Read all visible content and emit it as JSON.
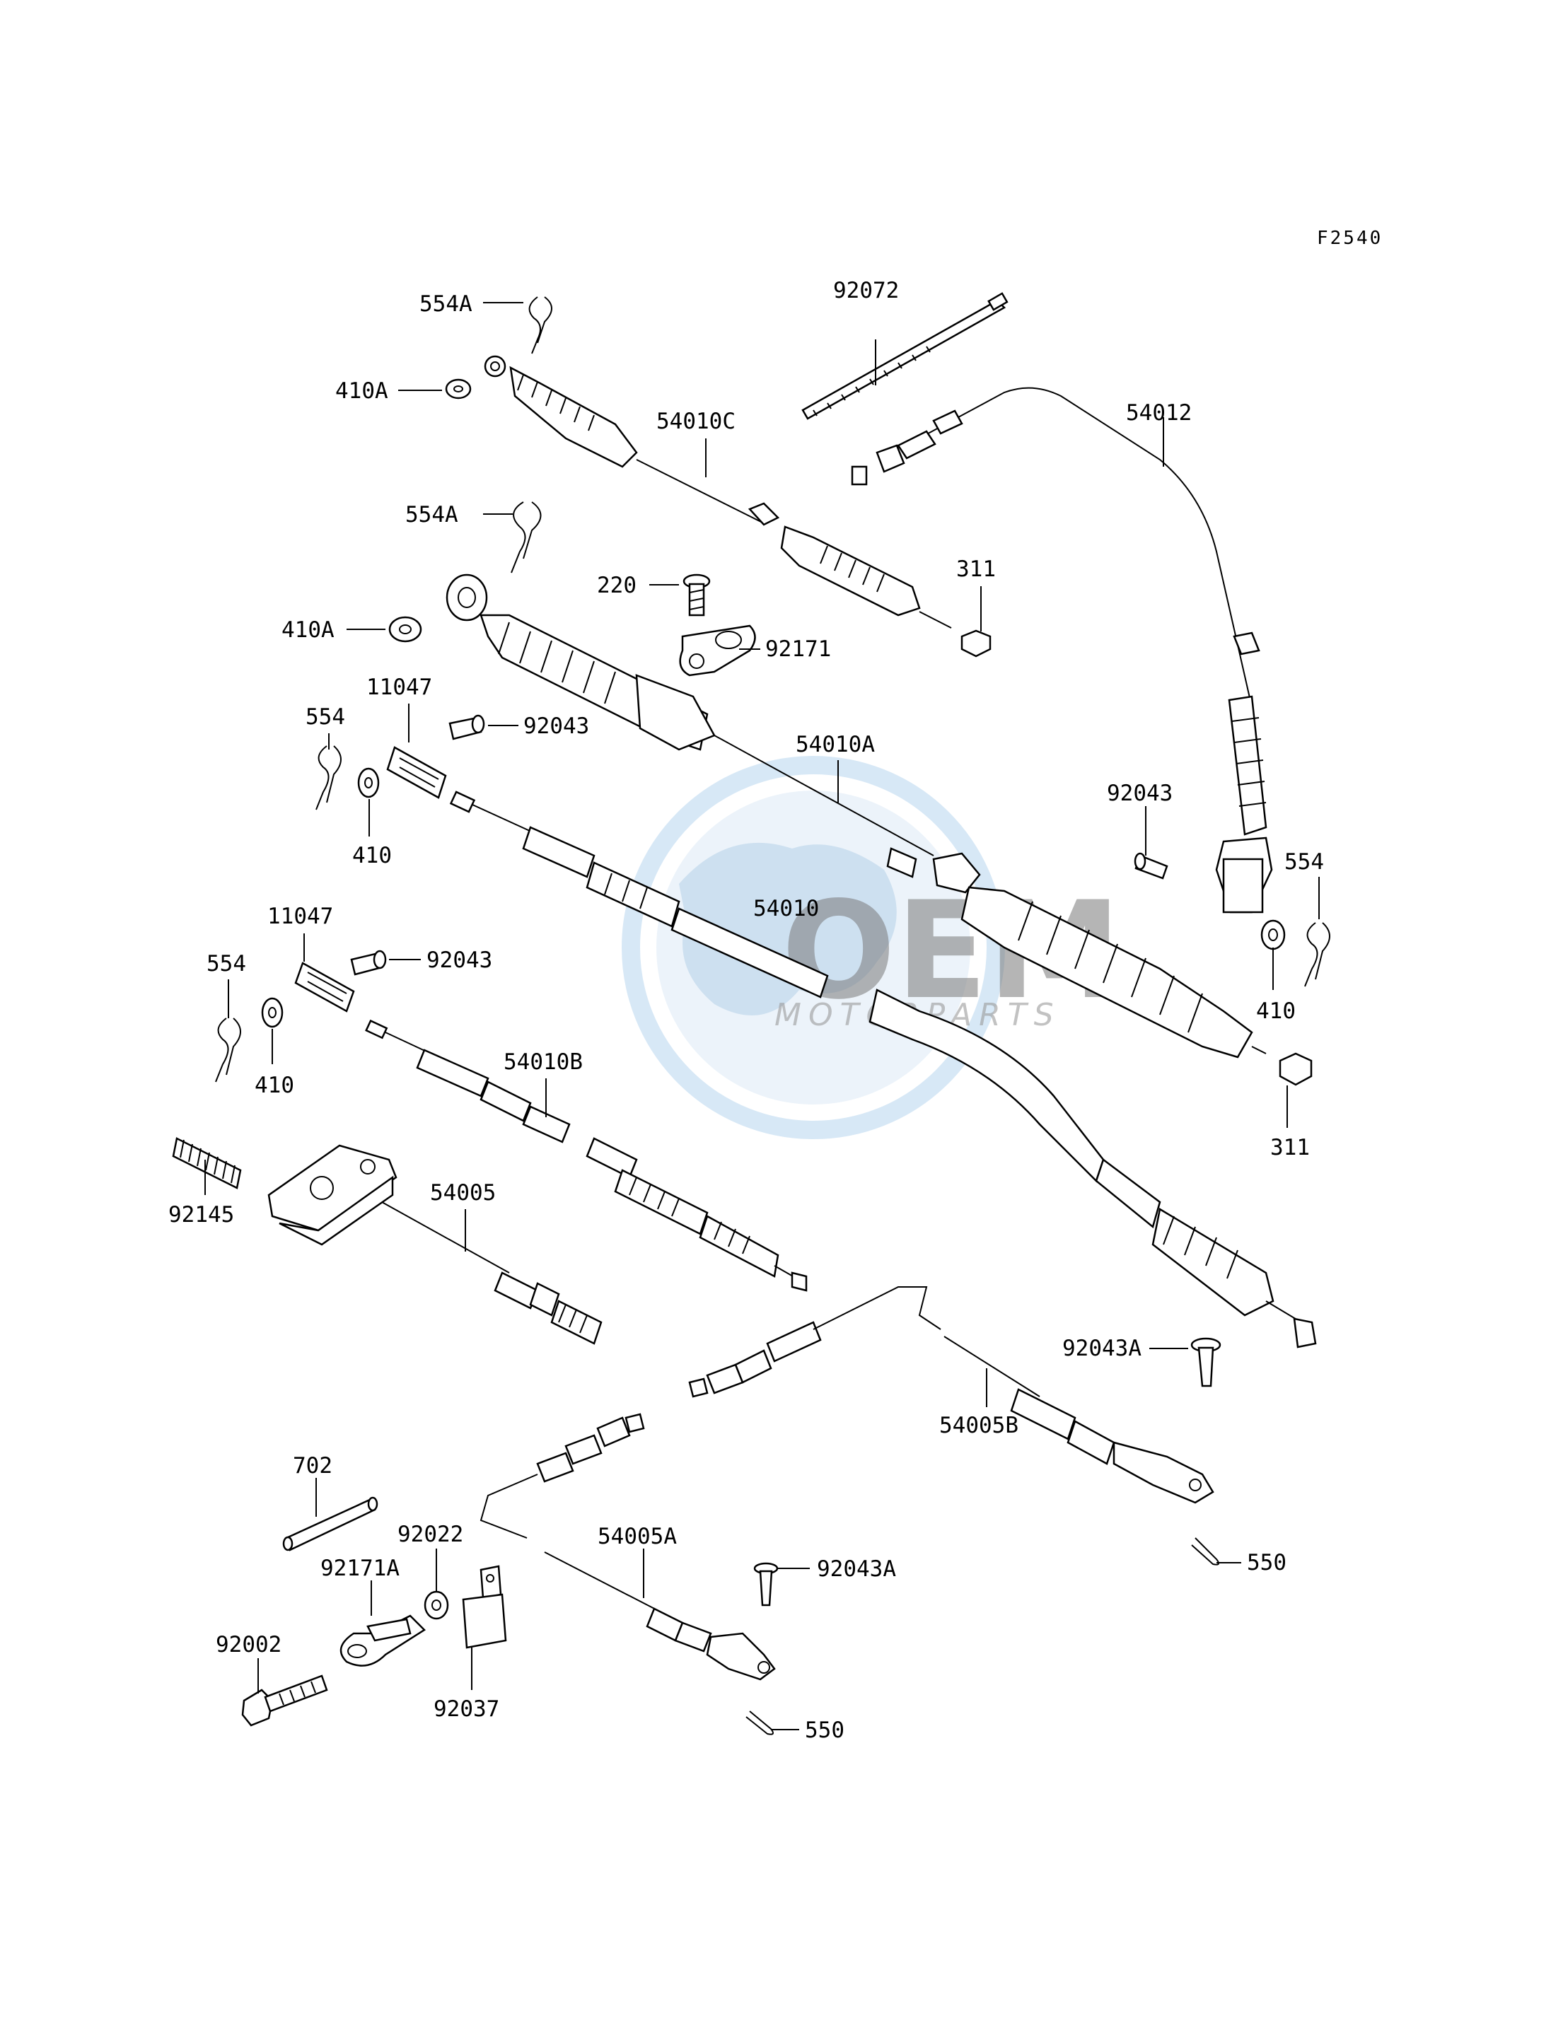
{
  "diagram_code": "F2540",
  "watermark": {
    "brand": "OEM",
    "sub": "MOTORPARTS"
  },
  "labels": {
    "l_554A_top": "554A",
    "l_410A_top": "410A",
    "l_54010C": "54010C",
    "l_554A_mid": "554A",
    "l_220": "220",
    "l_92171": "92171",
    "l_311_top": "311",
    "l_410A_mid": "410A",
    "l_11047_top": "11047",
    "l_92043_top": "92043",
    "l_554_left": "554",
    "l_410_left": "410",
    "l_54010A": "54010A",
    "l_92072": "92072",
    "l_54012": "54012",
    "l_92043_right": "92043",
    "l_554_right": "554",
    "l_410_right": "410",
    "l_311_bottom": "311",
    "l_54010": "54010",
    "l_11047_mid": "11047",
    "l_92043_mid": "92043",
    "l_554_mid": "554",
    "l_410_mid": "410",
    "l_54010B": "54010B",
    "l_92145": "92145",
    "l_54005": "54005",
    "l_92043A_right": "92043A",
    "l_54005B": "54005B",
    "l_550_right": "550",
    "l_702": "702",
    "l_92022": "92022",
    "l_92171A": "92171A",
    "l_92002": "92002",
    "l_92037": "92037",
    "l_54005A": "54005A",
    "l_92043A_bottom": "92043A",
    "l_550_bottom": "550"
  }
}
